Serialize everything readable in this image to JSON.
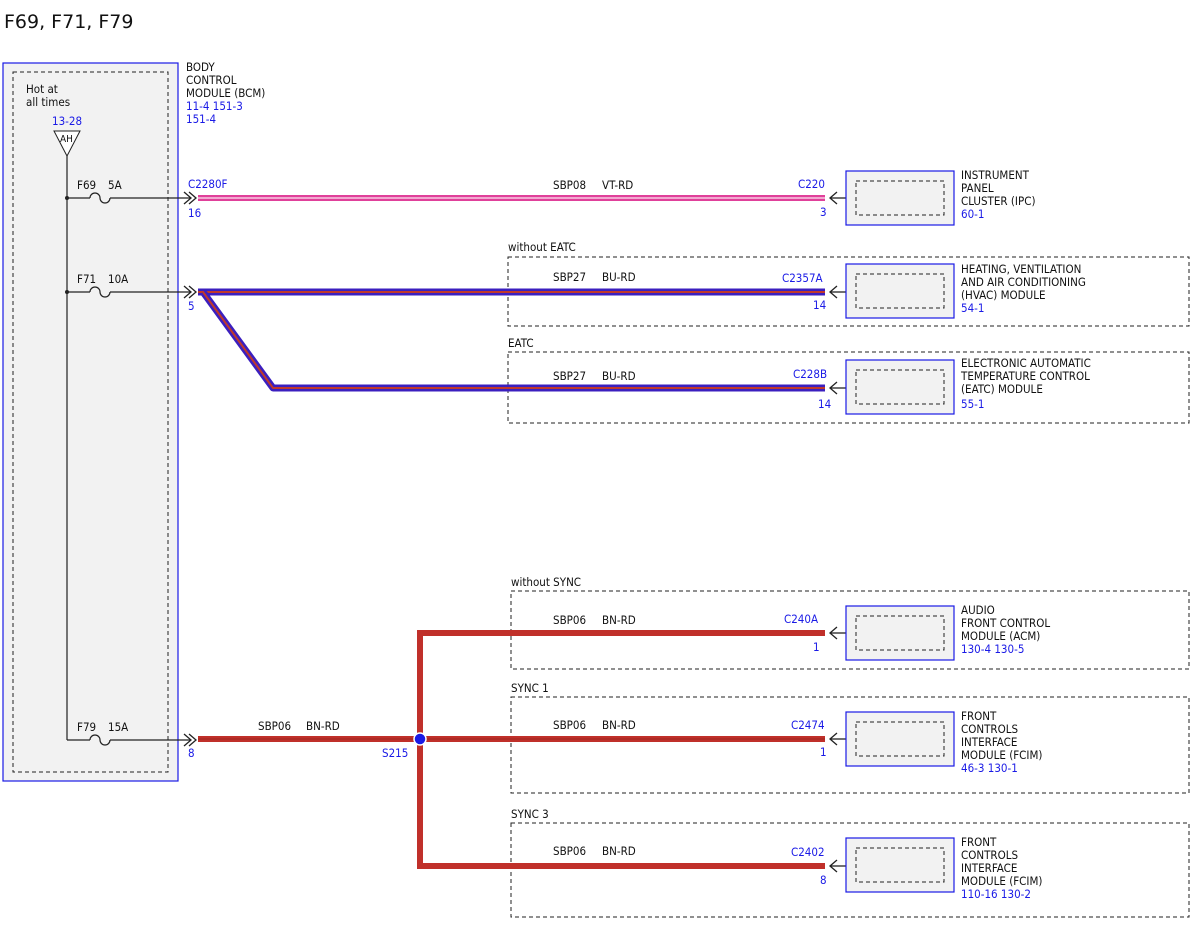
{
  "page": {
    "title": "F69, F71, F79"
  },
  "bcm": {
    "name_lines": [
      "BODY",
      "CONTROL",
      "MODULE (BCM)"
    ],
    "refs_line1": "11-4   151-3",
    "refs_line2": "151-4",
    "hot_lines": [
      "Hot at",
      "all times"
    ],
    "hot_ref": "13-28",
    "triangle_label": "AH"
  },
  "fuses": [
    {
      "name": "F69",
      "rating": "5A"
    },
    {
      "name": "F71",
      "rating": "10A"
    },
    {
      "name": "F79",
      "rating": "15A"
    }
  ],
  "bcm_connectors": [
    {
      "name": "C2280F",
      "pin": "16"
    },
    {
      "name": "",
      "pin": "5"
    },
    {
      "name": "",
      "pin": "8"
    }
  ],
  "circuits": [
    {
      "circuit": "SBP08",
      "color": "VT-RD",
      "connector": "C220",
      "pin": "3"
    },
    {
      "circuit": "SBP27",
      "color": "BU-RD",
      "connector": "C2357A",
      "pin": "14"
    },
    {
      "circuit": "SBP27",
      "color": "BU-RD",
      "connector": "C228B",
      "pin": "14"
    },
    {
      "circuit": "SBP06",
      "color": "BN-RD",
      "connector": "C240A",
      "pin": "1"
    },
    {
      "circuit": "SBP06",
      "color": "BN-RD",
      "connector": "C2474",
      "pin": "1"
    },
    {
      "circuit": "SBP06",
      "color": "BN-RD",
      "connector": "C2402",
      "pin": "8"
    }
  ],
  "trunk": {
    "circuit": "SBP06",
    "color": "BN-RD",
    "splice": "S215"
  },
  "options": [
    "without EATC",
    "EATC",
    "without SYNC",
    "SYNC 1",
    "SYNC 3"
  ],
  "modules": [
    {
      "lines": [
        "INSTRUMENT",
        "PANEL",
        "CLUSTER (IPC)"
      ],
      "refs": "60-1"
    },
    {
      "lines": [
        "HEATING, VENTILATION",
        "AND AIR CONDITIONING",
        "(HVAC) MODULE"
      ],
      "refs": "54-1"
    },
    {
      "lines": [
        "ELECTRONIC AUTOMATIC",
        "TEMPERATURE CONTROL",
        "(EATC) MODULE"
      ],
      "refs": "55-1"
    },
    {
      "lines": [
        "AUDIO",
        "FRONT CONTROL",
        "MODULE (ACM)"
      ],
      "refs": "130-4  130-5"
    },
    {
      "lines": [
        "FRONT",
        "CONTROLS",
        "INTERFACE",
        "MODULE (FCIM)"
      ],
      "refs": "46-3   130-1"
    },
    {
      "lines": [
        "FRONT",
        "CONTROLS",
        "INTERFACE",
        "MODULE (FCIM)"
      ],
      "refs": "110-16  130-2"
    }
  ],
  "colors": {
    "blue": "#1a1ae6",
    "wire_vt_rd_outer": "#e0409a",
    "wire_vt_rd_inner": "#f2a8d0",
    "wire_bu_rd_outer": "#3b1fbf",
    "wire_bu_rd_inner": "#c0392b",
    "wire_bn_rd": "#c0302a",
    "panel_fill": "#f2f2f2"
  }
}
